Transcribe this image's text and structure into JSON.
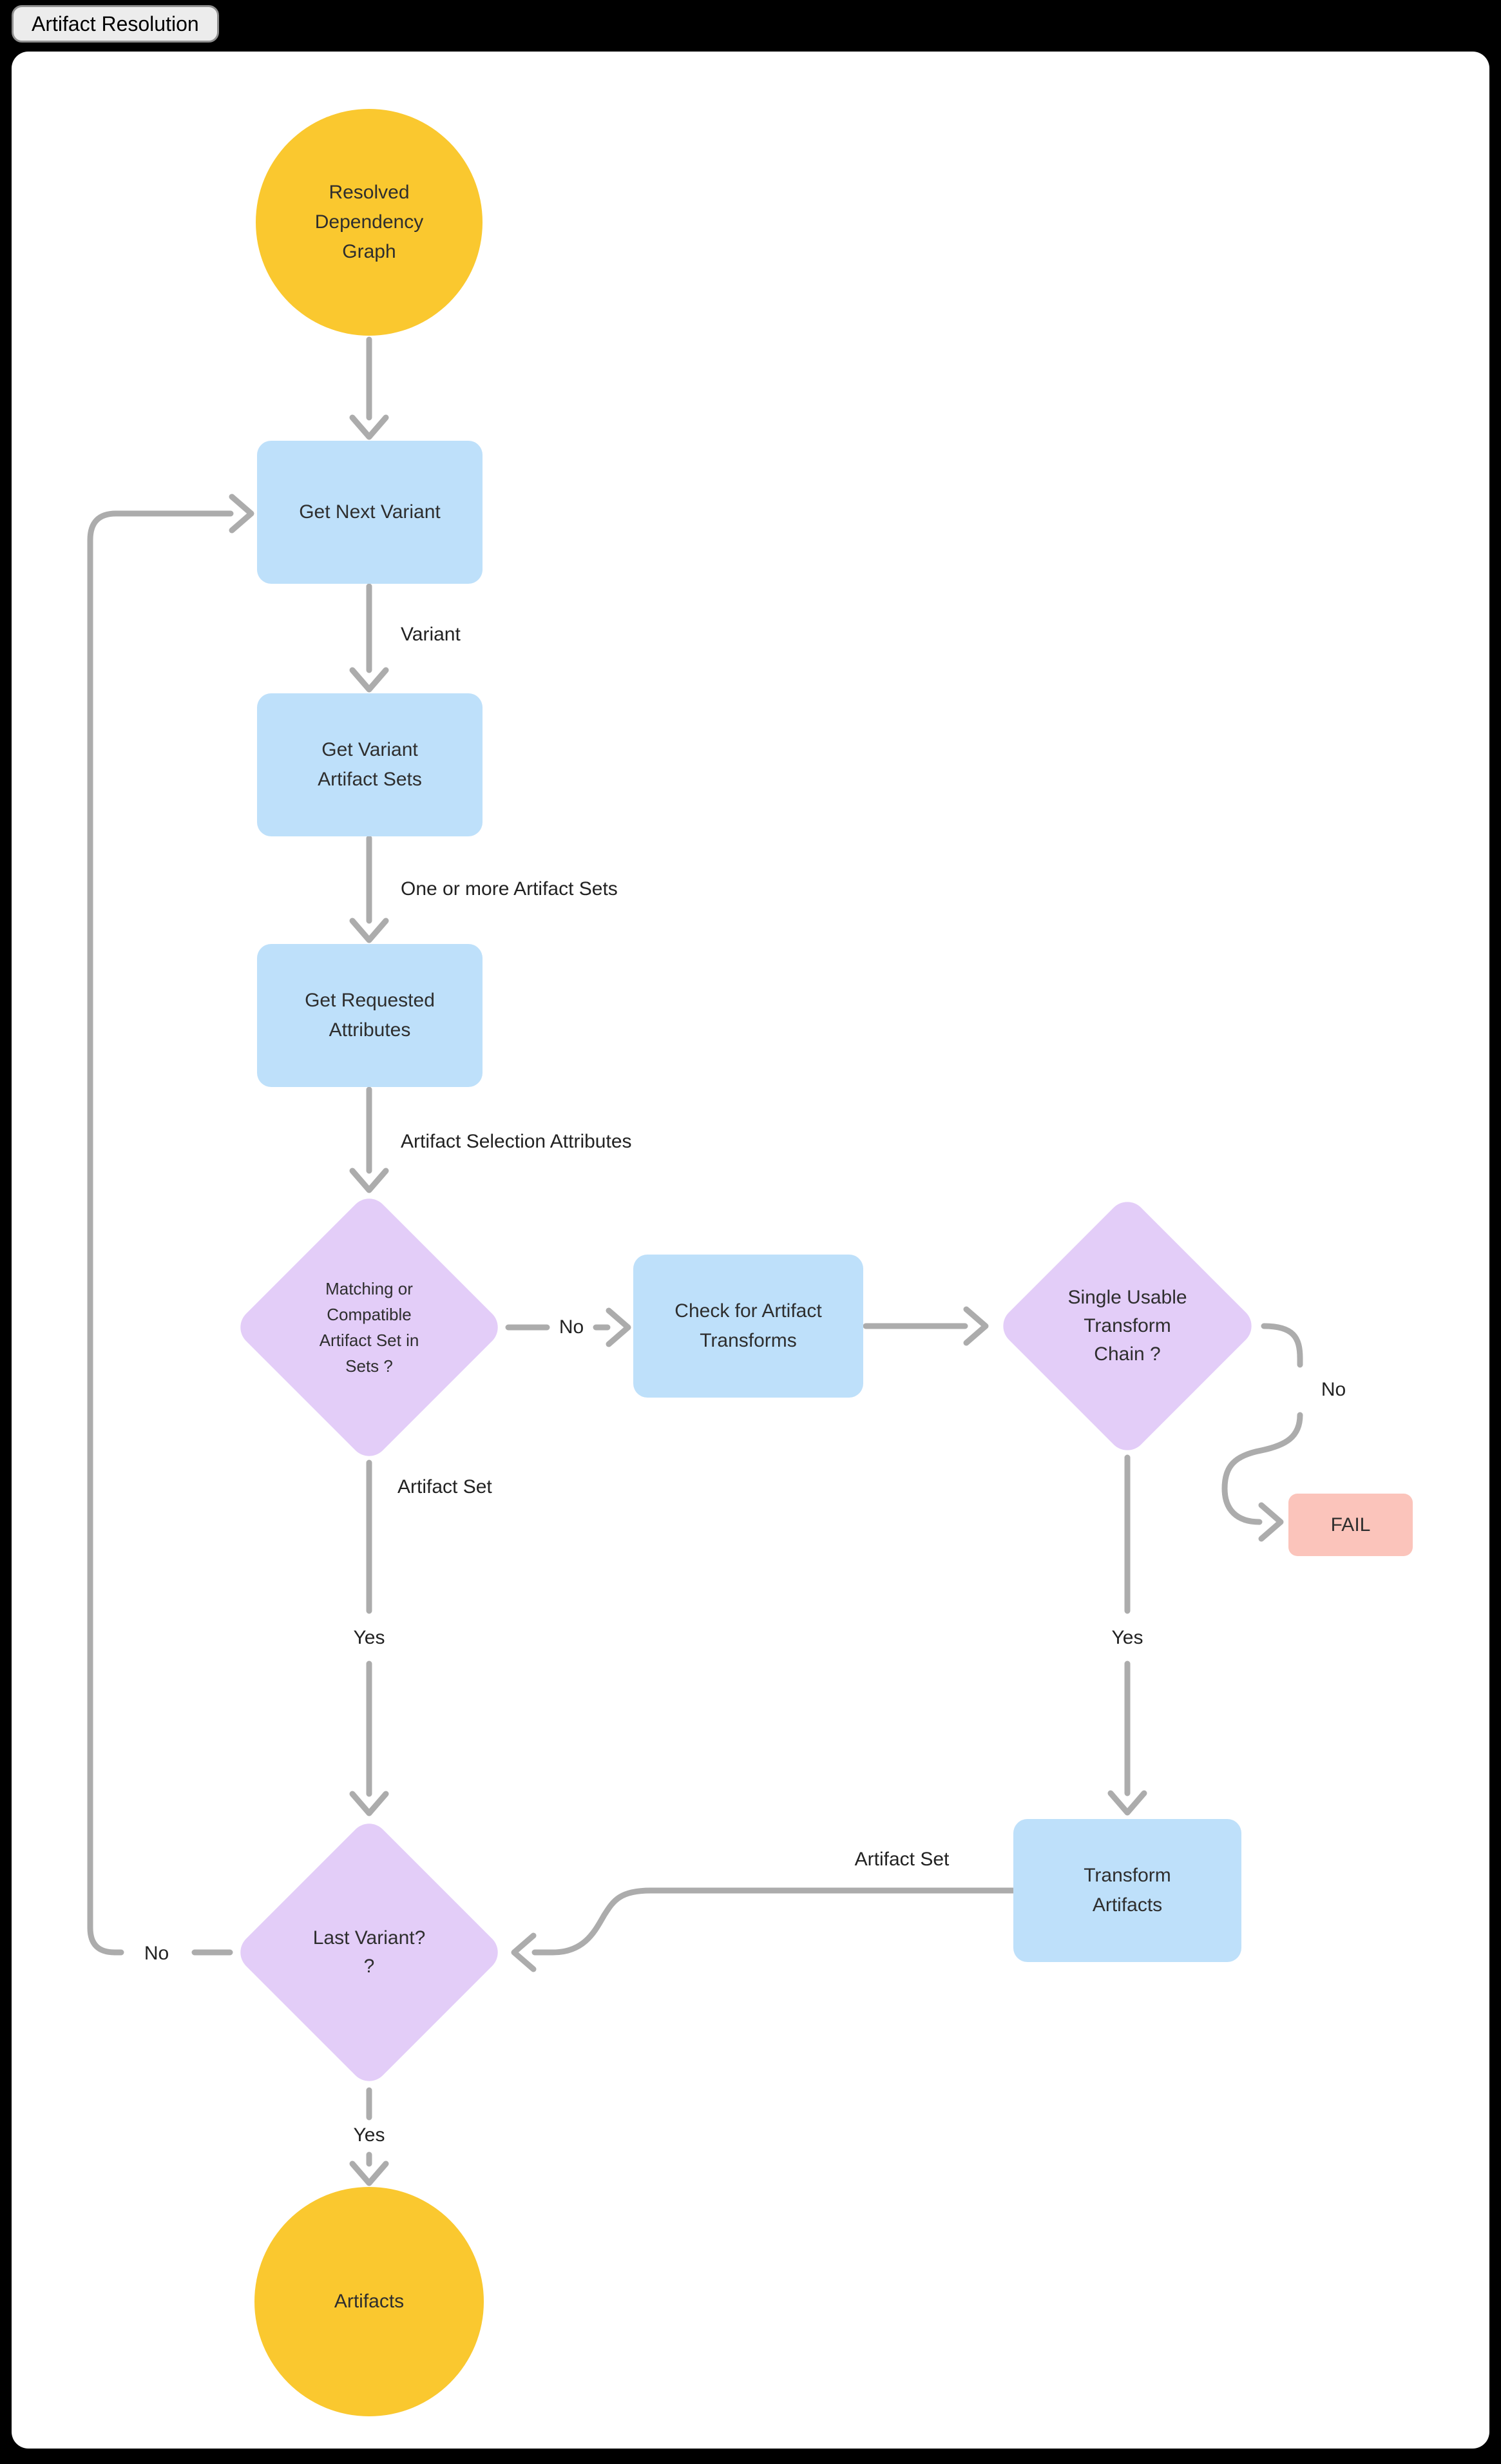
{
  "title": "Artifact Resolution",
  "colors": {
    "background": "#000000",
    "canvas": "#ffffff",
    "process_fill": "#bee0fa",
    "decision_fill": "#e3cdf8",
    "terminal_fill": "#fac82f",
    "fail_fill": "#fbc4bb",
    "connector": "#acacac",
    "text": "#2e2e2e"
  },
  "nodes": {
    "start": {
      "lines": [
        "Resolved",
        "Dependency",
        "Graph"
      ]
    },
    "get_next_variant": {
      "lines": [
        "Get Next Variant"
      ]
    },
    "get_variant_artifact_sets": {
      "lines": [
        "Get Variant",
        "Artifact Sets"
      ]
    },
    "get_requested_attributes": {
      "lines": [
        "Get Requested",
        "Attributes"
      ]
    },
    "matching_decision": {
      "lines": [
        "Matching or",
        "Compatible",
        "Artifact Set in",
        "Sets ?"
      ]
    },
    "check_transforms": {
      "lines": [
        "Check for Artifact",
        "Transforms"
      ]
    },
    "single_chain_decision": {
      "lines": [
        "Single Usable",
        "Transform",
        "Chain ?"
      ]
    },
    "fail": {
      "lines": [
        "FAIL"
      ]
    },
    "transform_artifacts": {
      "lines": [
        "Transform",
        "Artifacts"
      ]
    },
    "last_variant_decision": {
      "lines": [
        "Last Variant?",
        "?"
      ]
    },
    "artifacts": {
      "lines": [
        "Artifacts"
      ]
    }
  },
  "edge_labels": {
    "variant": "Variant",
    "one_or_more_artifact_sets": "One or more Artifact Sets",
    "artifact_selection_attributes": "Artifact Selection Attributes",
    "no_matching": "No",
    "artifact_set_from_decision": "Artifact Set",
    "yes_matching": "Yes",
    "no_single_chain": "No",
    "yes_single_chain": "Yes",
    "artifact_set_from_transform": "Artifact Set",
    "no_last_variant": "No",
    "yes_last_variant": "Yes"
  }
}
